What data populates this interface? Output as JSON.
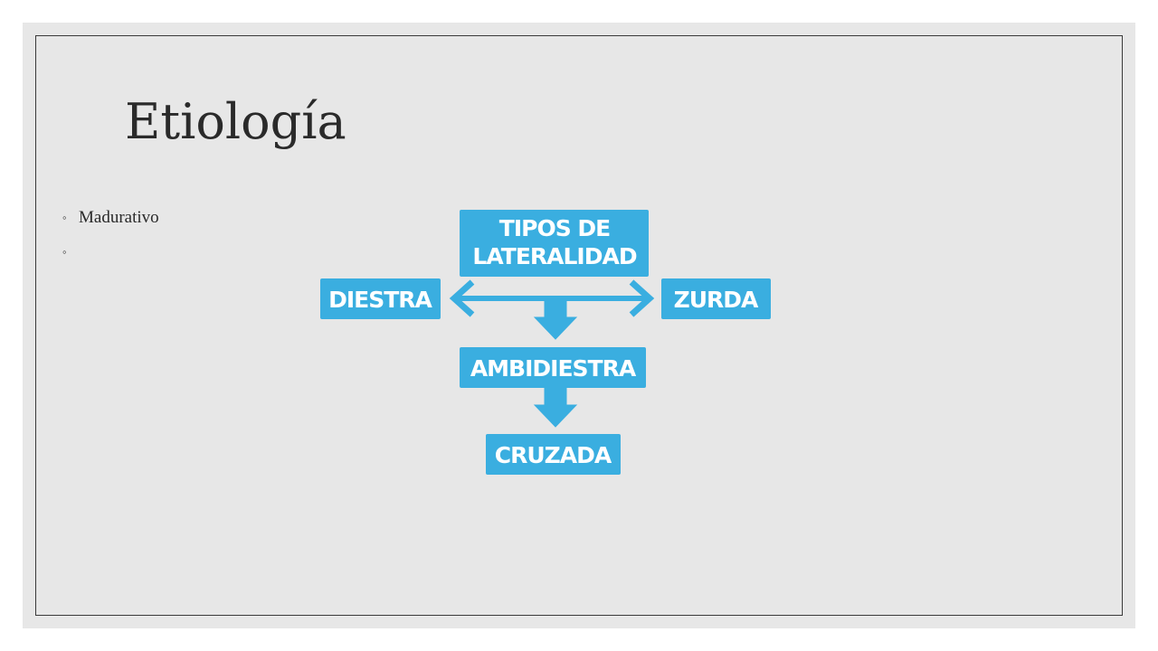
{
  "slide": {
    "title": "Etiología",
    "bullets": [
      {
        "marker": "◦",
        "text": "Madurativo"
      },
      {
        "marker": "◦",
        "text": ""
      }
    ]
  },
  "diagram": {
    "color": "#3aaee0",
    "nodes": {
      "tipos": {
        "line1": "TIPOS DE",
        "line2": "LATERALIDAD"
      },
      "diestra": "DIESTRA",
      "zurda": "ZURDA",
      "ambidiestra": "AMBIDIESTRA",
      "cruzada": "CRUZADA"
    }
  }
}
